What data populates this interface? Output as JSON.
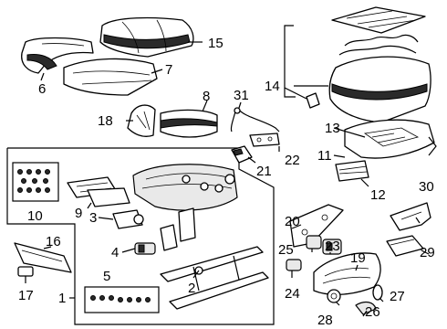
{
  "callouts": [
    {
      "id": "1",
      "text": "1"
    },
    {
      "id": "2",
      "text": "2"
    },
    {
      "id": "3",
      "text": "3"
    },
    {
      "id": "4",
      "text": "4"
    },
    {
      "id": "5",
      "text": "5"
    },
    {
      "id": "6",
      "text": "6"
    },
    {
      "id": "7",
      "text": "7"
    },
    {
      "id": "8",
      "text": "8"
    },
    {
      "id": "9",
      "text": "9"
    },
    {
      "id": "10",
      "text": "10"
    },
    {
      "id": "11",
      "text": "11"
    },
    {
      "id": "12",
      "text": "12"
    },
    {
      "id": "13",
      "text": "13"
    },
    {
      "id": "14",
      "text": "14"
    },
    {
      "id": "15",
      "text": "15"
    },
    {
      "id": "16",
      "text": "16"
    },
    {
      "id": "17",
      "text": "17"
    },
    {
      "id": "18",
      "text": "18"
    },
    {
      "id": "19",
      "text": "19"
    },
    {
      "id": "20",
      "text": "20"
    },
    {
      "id": "21",
      "text": "21"
    },
    {
      "id": "22",
      "text": "22"
    },
    {
      "id": "23",
      "text": "23"
    },
    {
      "id": "24",
      "text": "24"
    },
    {
      "id": "25",
      "text": "25"
    },
    {
      "id": "26",
      "text": "26"
    },
    {
      "id": "27",
      "text": "27"
    },
    {
      "id": "28",
      "text": "28"
    },
    {
      "id": "29",
      "text": "29"
    },
    {
      "id": "30",
      "text": "30"
    },
    {
      "id": "31",
      "text": "31"
    }
  ]
}
